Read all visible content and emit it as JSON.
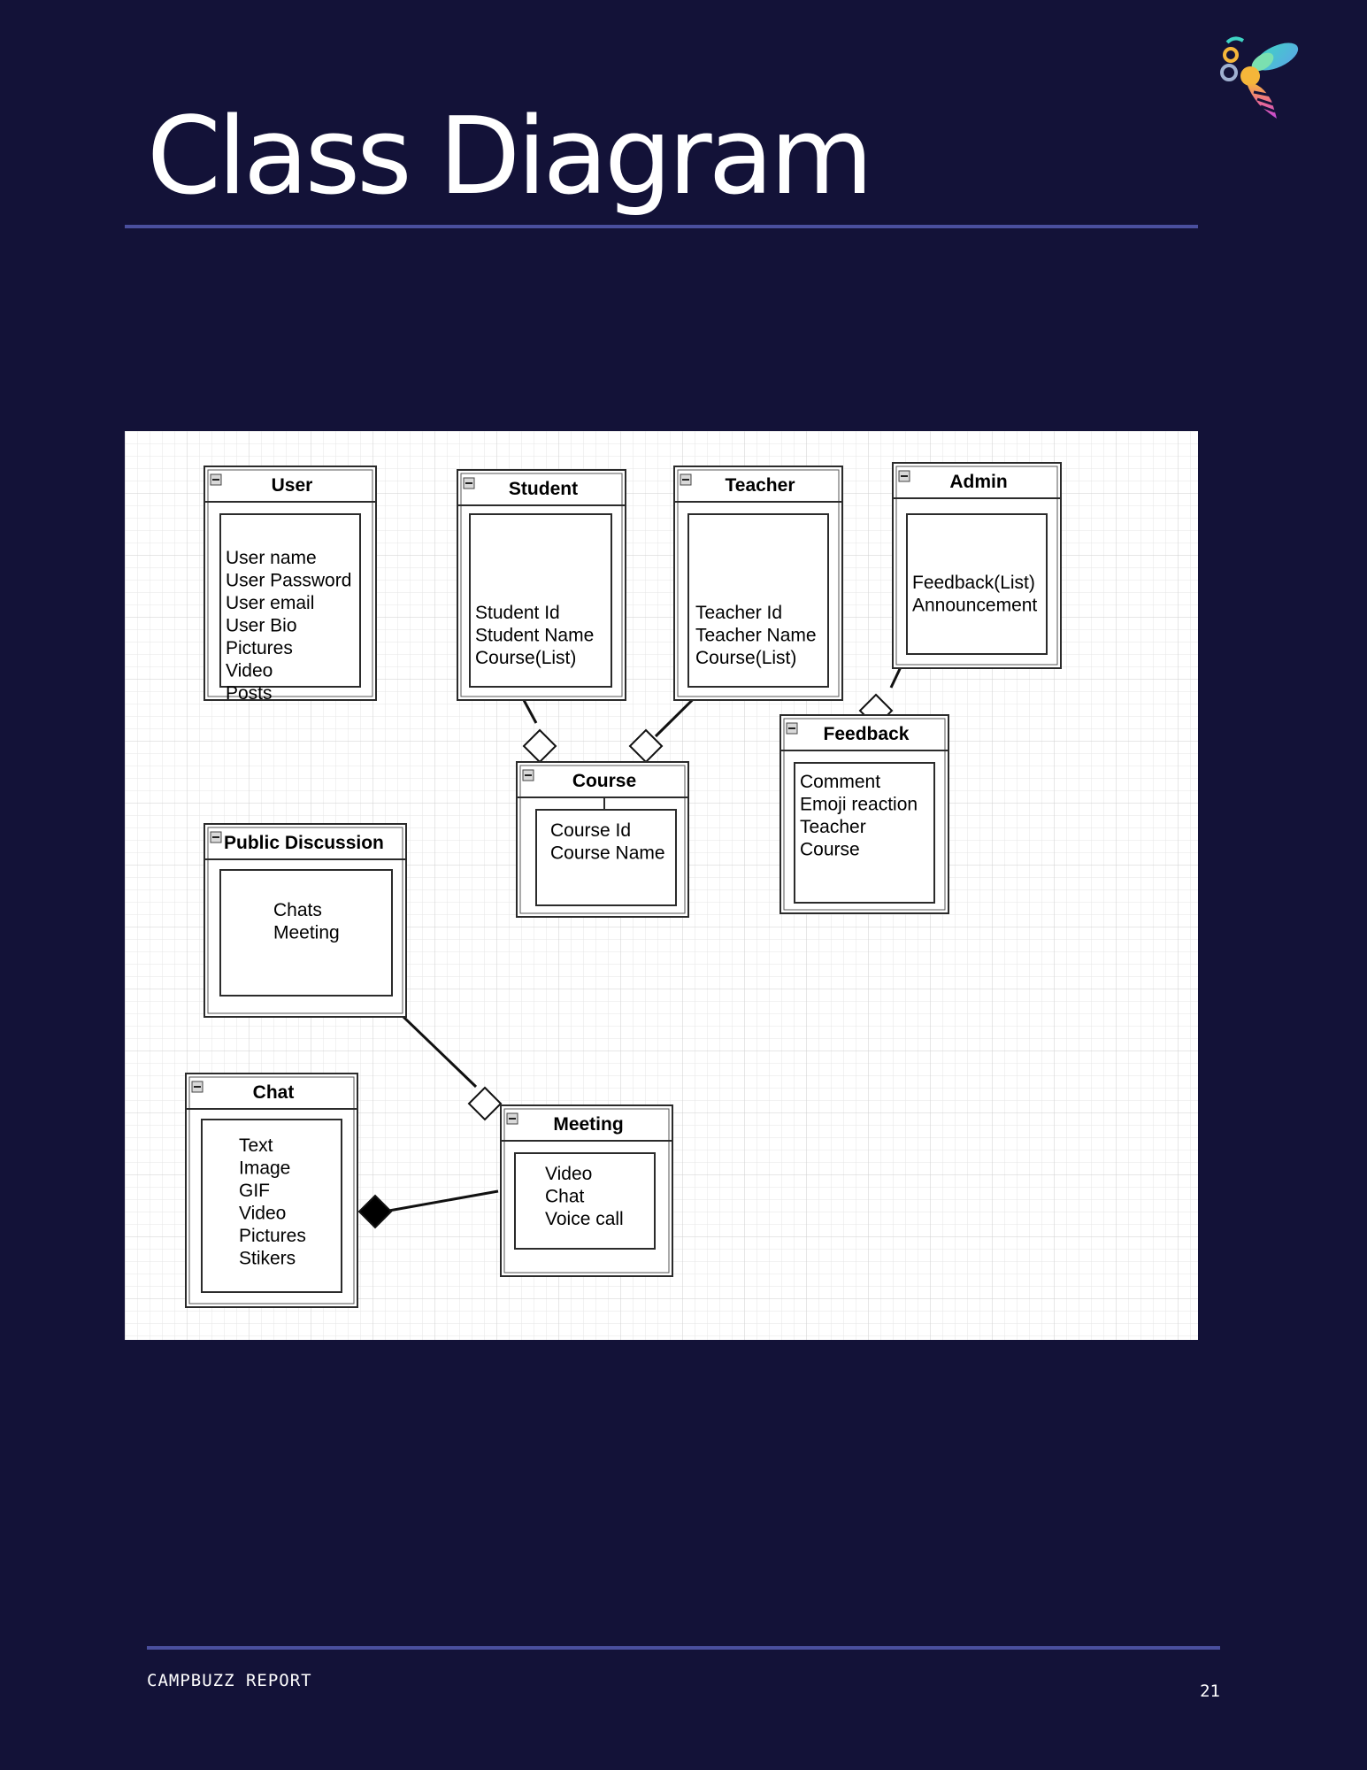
{
  "page": {
    "title": "Class Diagram",
    "footer_label": "CAMPBUZZ REPORT",
    "page_number": "21",
    "logo_icon": "bee-logo-icon",
    "background": "#131238",
    "rule_color": "#4a4f9e"
  },
  "diagram": {
    "classes": [
      {
        "id": "user",
        "name": "User",
        "attributes": [
          "User name",
          "User Password",
          "User email",
          "User Bio",
          "Pictures",
          "Video",
          "Posts"
        ]
      },
      {
        "id": "student",
        "name": "Student",
        "attributes": [
          "Student Id",
          "Student Name",
          "Course(List)"
        ]
      },
      {
        "id": "teacher",
        "name": "Teacher",
        "attributes": [
          "Teacher Id",
          "Teacher Name",
          "Course(List)"
        ]
      },
      {
        "id": "admin",
        "name": "Admin",
        "attributes": [
          "Feedback(List)",
          "Announcement"
        ]
      },
      {
        "id": "feedback",
        "name": "Feedback",
        "attributes": [
          "Comment",
          "Emoji reaction",
          "Teacher",
          "Course"
        ]
      },
      {
        "id": "course",
        "name": "Course",
        "attributes": [
          "Course Id",
          "Course Name"
        ]
      },
      {
        "id": "public-discussion",
        "name": "Public Discussion",
        "attributes": [
          "Chats",
          "Meeting"
        ]
      },
      {
        "id": "chat",
        "name": "Chat",
        "attributes": [
          "Text",
          "Image",
          "GIF",
          "Video",
          "Pictures",
          "Stikers"
        ]
      },
      {
        "id": "meeting",
        "name": "Meeting",
        "attributes": [
          "Video",
          "Chat",
          "Voice call"
        ]
      }
    ],
    "relations": [
      {
        "from": "student",
        "to": "course",
        "type": "aggregation"
      },
      {
        "from": "teacher",
        "to": "course",
        "type": "aggregation"
      },
      {
        "from": "admin",
        "to": "feedback",
        "type": "aggregation"
      },
      {
        "from": "public-discussion",
        "to": "meeting",
        "type": "aggregation"
      },
      {
        "from": "meeting",
        "to": "chat",
        "type": "composition"
      }
    ]
  }
}
